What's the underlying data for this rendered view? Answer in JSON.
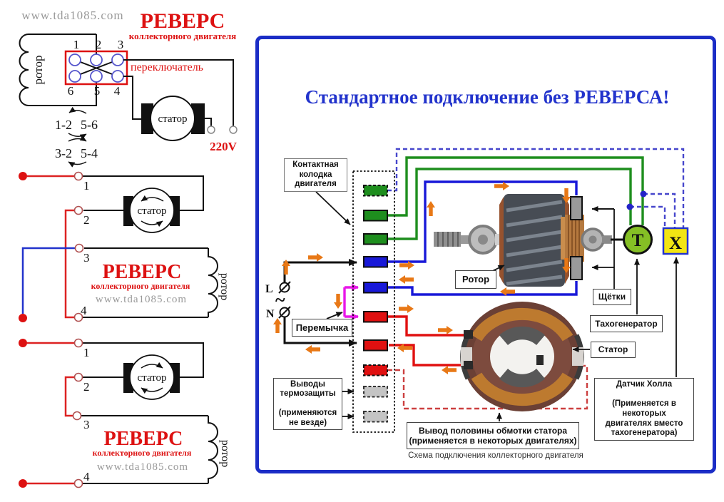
{
  "colors": {
    "panel_border": "#1b2dc6",
    "title_blue": "#2233cc",
    "accent_red": "#dd1111",
    "wire_green": "#1e8e1e",
    "wire_blue": "#1818d8",
    "wire_red": "#e01010",
    "wire_magenta": "#e816e8",
    "dashed_blue": "#4646cc",
    "dashed_red": "#cc4040",
    "arrow_orange": "#e87816",
    "tacho_fill": "#85bf25",
    "hall_fill": "#f2e513",
    "terminal_gray": "#c4c4c4"
  },
  "left": {
    "site": "www.tda1085.com",
    "revers": "РЕВЕРС",
    "revers_sub": "коллекторного двигателя",
    "switch_label": "переключатель",
    "rotor": "ротор",
    "stator": "статор",
    "voltage": "220V",
    "pin1": "1",
    "pin2": "2",
    "pin3": "3",
    "pin4": "4",
    "pin5": "5",
    "pin6": "6",
    "combo_a": "1-2",
    "combo_b": "5-6",
    "combo_c": "3-2",
    "combo_d": "5-4"
  },
  "panel": {
    "title": "Стандартное подключение без РЕВЕРСА!",
    "caption": "Схема подключения коллекторного двигателя",
    "labels": {
      "terminal_block": "Контактная\nколодка\nдвигателя",
      "jumper": "Перемычка",
      "thermal": "Выводы\nтермозащиты\n\n(применяются\nне везде)",
      "rotor": "Ротор",
      "brushes": "Щётки",
      "tacho": "Тахогенератор",
      "stator": "Статор",
      "hall": "Датчик Холла\n\n(Применяется в\nнекоторых\nдвигателях вместо\nтахогенератора)",
      "half_winding": "Вывод половины обмотки статора\n(применяется в некоторых двигателях)"
    },
    "mains": {
      "line": "L",
      "neutral": "N",
      "ac": "~"
    },
    "tacho_symbol": "Т",
    "hall_symbol": "X"
  }
}
